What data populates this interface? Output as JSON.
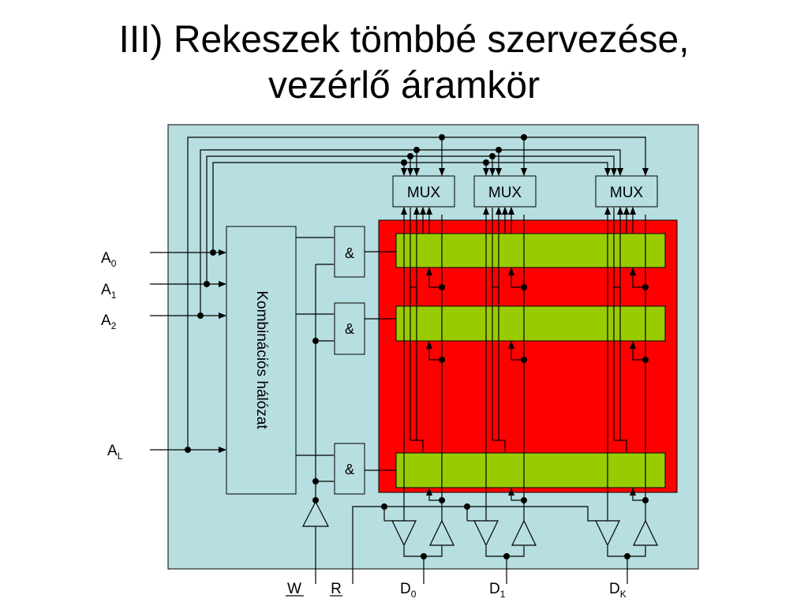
{
  "slide": {
    "title_line1": "III) Rekeszek tömbbé szervezése,",
    "title_line2": "vezérlő áramkör"
  },
  "diagram": {
    "colors": {
      "board": "#b7dee0",
      "memory_array": "#ff0000",
      "memory_row": "#99cc00",
      "wire": "#000000"
    },
    "mux_label": "MUX",
    "and_label": "&",
    "block_label": "Kombinációs hálózat",
    "address_inputs": [
      {
        "name": "A",
        "sub": "0"
      },
      {
        "name": "A",
        "sub": "1"
      },
      {
        "name": "A",
        "sub": "2"
      },
      {
        "name": "A",
        "sub": "L"
      }
    ],
    "control_inputs": {
      "write": "W",
      "read": "R"
    },
    "data_lines": [
      {
        "name": "D",
        "sub": "0"
      },
      {
        "name": "D",
        "sub": "1"
      },
      {
        "name": "D",
        "sub": "K"
      }
    ]
  }
}
